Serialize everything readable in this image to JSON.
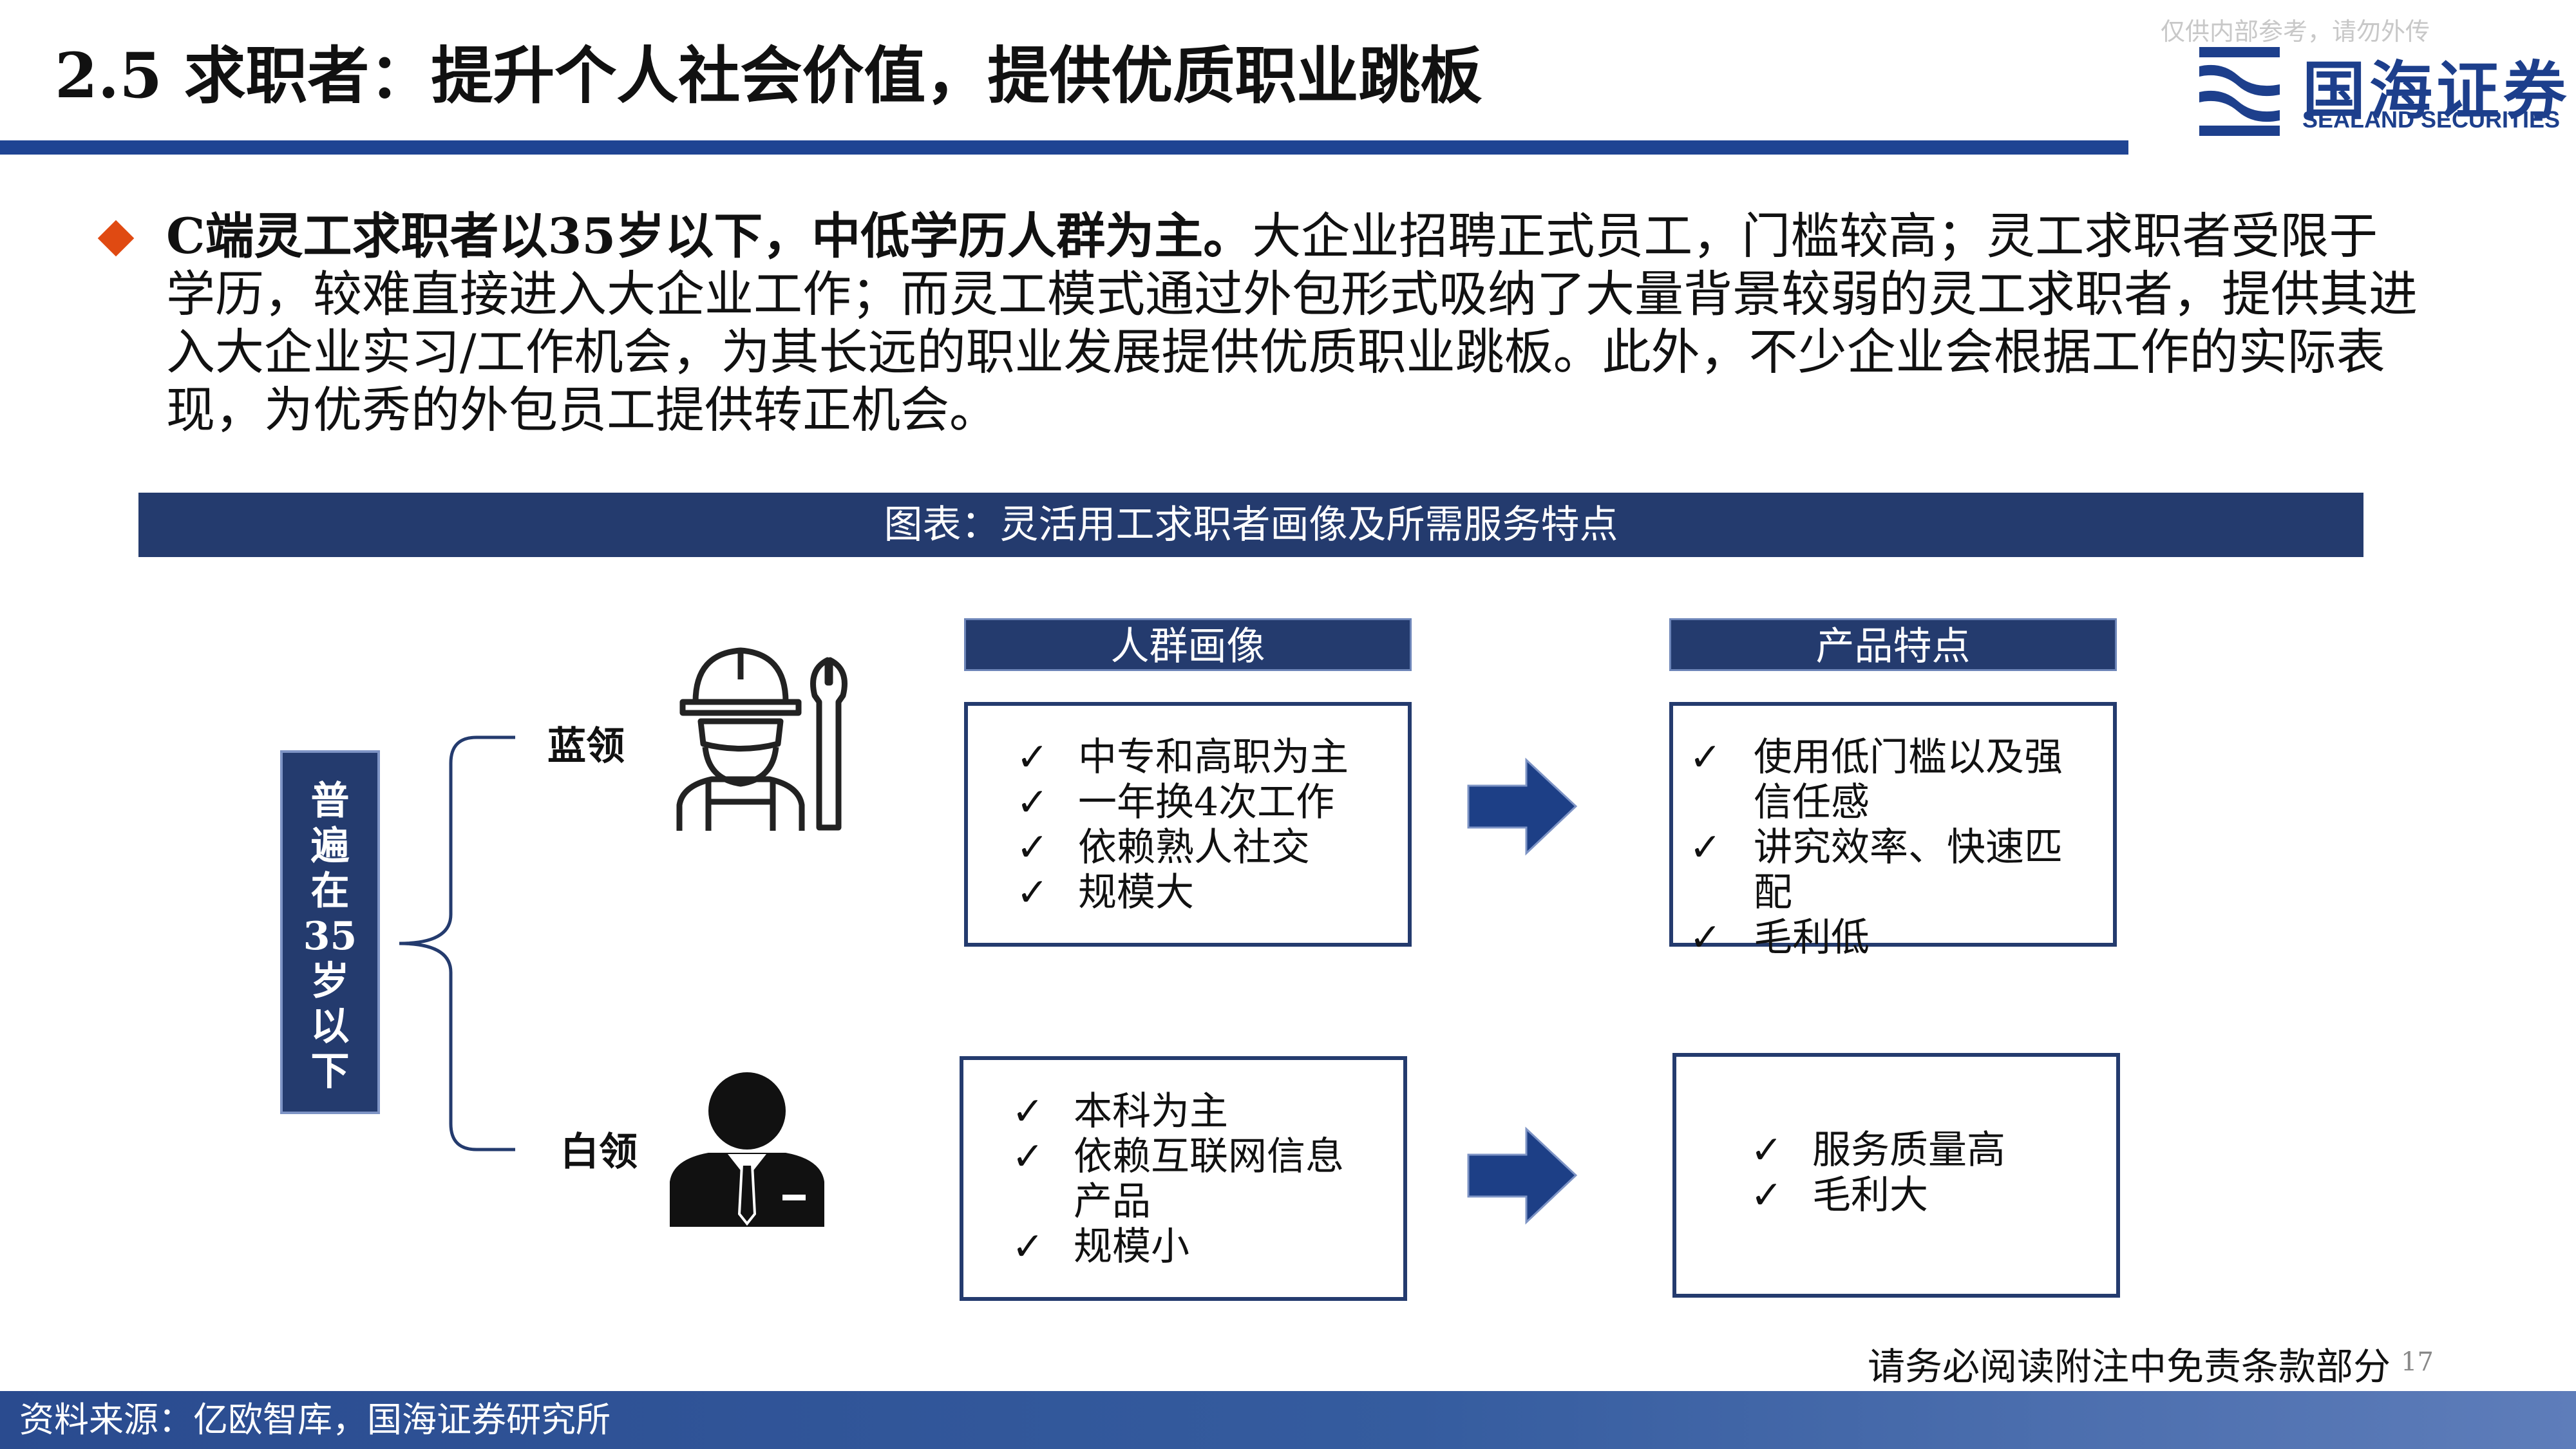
{
  "header": {
    "title": "2.5 求职者：提升个人社会价值，提供优质职业跳板",
    "watermark": "仅供内部参考，请勿外传",
    "logo_cn": "国海证券",
    "logo_en": "SEALAND SECURITIES"
  },
  "intro": {
    "bold": "C端灵工求职者以35岁以下，中低学历人群为主。",
    "text": "大企业招聘正式员工，门槛较高；灵工求职者受限于学历，较难直接进入大企业工作；而灵工模式通过外包形式吸纳了大量背景较弱的灵工求职者，提供其进入大企业实习/工作机会，为其长远的职业发展提供优质职业跳板。此外，不少企业会根据工作的实际表现，为优秀的外包员工提供转正机会。"
  },
  "figure": {
    "title": "图表：灵活用工求职者画像及所需服务特点",
    "age_chars": [
      "普",
      "遍",
      "在",
      "35",
      "岁",
      "以",
      "下"
    ],
    "col_headers": {
      "profile": "人群画像",
      "product": "产品特点"
    },
    "blue": {
      "label": "蓝领",
      "profile": [
        "中专和高职为主",
        "一年换4次工作",
        "依赖熟人社交",
        "规模大"
      ],
      "product": [
        "使用低门槛以及强信任感",
        "讲究效率、快速匹配",
        "毛利低"
      ]
    },
    "white": {
      "label": "白领",
      "profile": [
        "本科为主",
        "依赖互联网信息产品",
        "规模小"
      ],
      "product": [
        "服务质量高",
        "毛利大"
      ]
    },
    "check": "✓"
  },
  "footer": {
    "disclaimer": "请务必阅读附注中免责条款部分",
    "page": "17",
    "source": "资料来源：亿欧智库，国海证券研究所"
  },
  "colors": {
    "navy": "#243b6e",
    "accent": "#e04a12",
    "brand_blue": "#1f4493"
  },
  "icons": [
    "worker-icon",
    "businessman-icon",
    "arrow-right-icon",
    "diamond-bullet-icon",
    "brace-icon",
    "sealand-logo-icon"
  ]
}
